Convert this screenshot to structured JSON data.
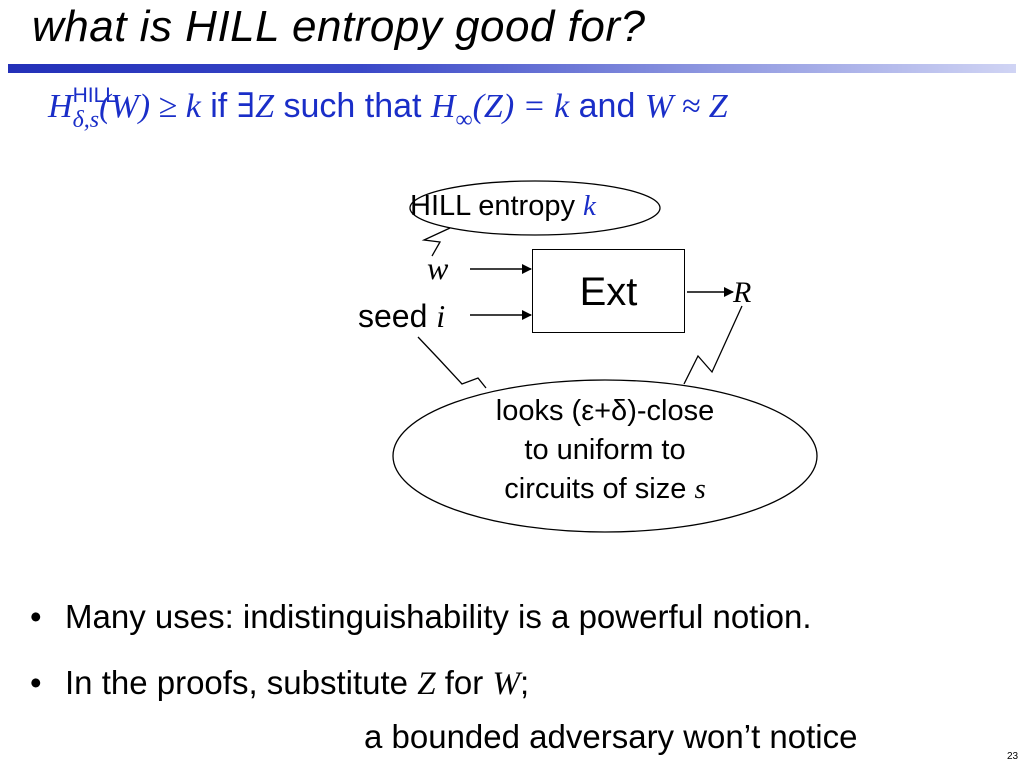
{
  "slide": {
    "title": "what is HILL entropy good for?",
    "page_number": "23"
  },
  "formula": {
    "H": "H",
    "sup": "HILL",
    "sub": "δ,s",
    "arg": "(W) ≥ k",
    "if": " if ",
    "exists": "∃Z",
    "such_that": " such that ",
    "Hinf": "H",
    "Hinf_sub": "∞",
    "Hinf_arg": "(Z) = k",
    "and": " and ",
    "approx": "W ≈ Z"
  },
  "diagram": {
    "hill_bubble_text": "HILL entropy ",
    "hill_bubble_k": "k",
    "input_w": "w",
    "seed_label": "seed ",
    "seed_i": "i",
    "box_label": "Ext",
    "output_r": "R",
    "bubble_line1": "looks (ε+δ)-close",
    "bubble_line2": "to uniform to",
    "bubble_line3_text": "circuits of size ",
    "bubble_line3_s": "s"
  },
  "bullets": {
    "marker": "•",
    "b1": "Many uses: indistinguishability is a powerful notion.",
    "b2_pre": "In the proofs, substitute ",
    "b2_Z": "Z",
    "b2_mid": " for ",
    "b2_W": "W",
    "b2_end": ";",
    "b2_line2": "a bounded adversary won’t notice"
  },
  "colors": {
    "formula_blue": "#1a2ec8",
    "bar_dark": "#2330b8",
    "bar_light": "#d0d4f4"
  }
}
